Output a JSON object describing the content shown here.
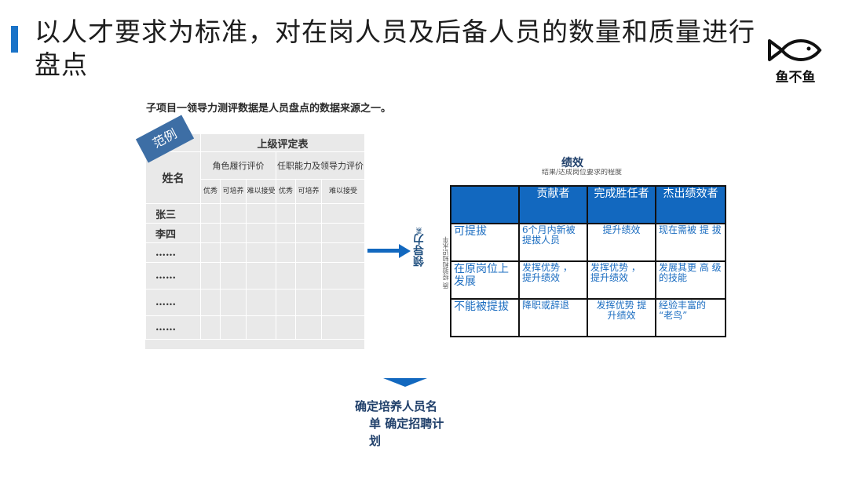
{
  "title": "以人才要求为标准，对在岗人员及后备人员的数量和质量进行盘点",
  "logo": {
    "text": "鱼不鱼",
    "icon": "fish-icon"
  },
  "subtitle": "子项目一领导力测评数据是人员盘点的数据来源之一。",
  "badge": "范例",
  "left_table": {
    "caption": "上级评定表",
    "name_header": "姓名",
    "group1": "角色履行评价",
    "group2": "任职能力及领导力评价",
    "sub_headers": [
      "优秀",
      "可培养",
      "难以接受",
      "优秀",
      "可培养",
      "难以接受"
    ],
    "rows": [
      "张三",
      "李四",
      "……",
      "……",
      "……",
      "……"
    ]
  },
  "matrix": {
    "title": "绩效",
    "subtitle": "结果/达成岗位要求的程度",
    "axis_label": "领导力",
    "axis_label_suffix": "素",
    "axis_sub": "质 经验和知识水平",
    "columns": [
      "贡献者",
      "完成胜任者",
      "杰出绩效者"
    ],
    "rows": [
      {
        "label": "可提拔",
        "cells": [
          "6个月内新被提拔人员",
          "提升绩效",
          "现在需被 提 拔"
        ]
      },
      {
        "label": "在原岗位上发展",
        "cells": [
          "发挥优势 ， 提升绩效",
          "发挥优势 ， 提升绩效",
          "发展其更 高 级的技能"
        ]
      },
      {
        "label": "不能被提拔",
        "cells": [
          "降职或辞退",
          "发挥优势 提 升绩效",
          "经验丰富的 “老鸟”"
        ]
      }
    ]
  },
  "result": {
    "line1": "确定培养人员名",
    "line2": "单 确定招聘计",
    "line3": "划"
  },
  "colors": {
    "accent": "#1a73c8",
    "header_blue": "#1268bf",
    "badge": "#3d6ea5"
  }
}
